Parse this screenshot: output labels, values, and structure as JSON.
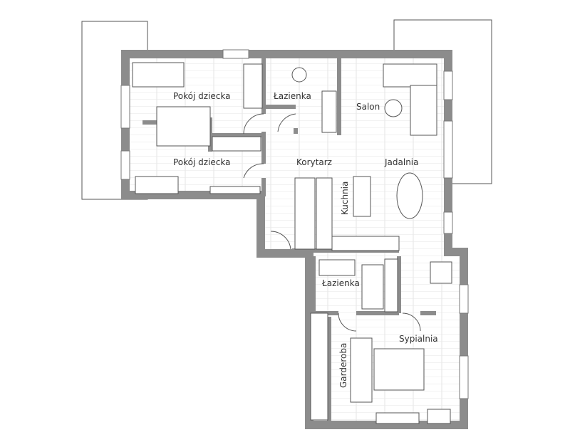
{
  "plan": {
    "rooms": [
      {
        "name": "Pokój dziecka"
      },
      {
        "name": "Łazienka"
      },
      {
        "name": "Salon"
      },
      {
        "name": "Pokój dziecka"
      },
      {
        "name": "Korytarz"
      },
      {
        "name": "Jadalnia"
      },
      {
        "name": "Kuchnia"
      },
      {
        "name": "Łazienka"
      },
      {
        "name": "Sypialnia"
      },
      {
        "name": "Garderoba"
      }
    ],
    "colors": {
      "wall": "#8c8c8c",
      "line": "#555555",
      "background": "#ffffff"
    }
  }
}
